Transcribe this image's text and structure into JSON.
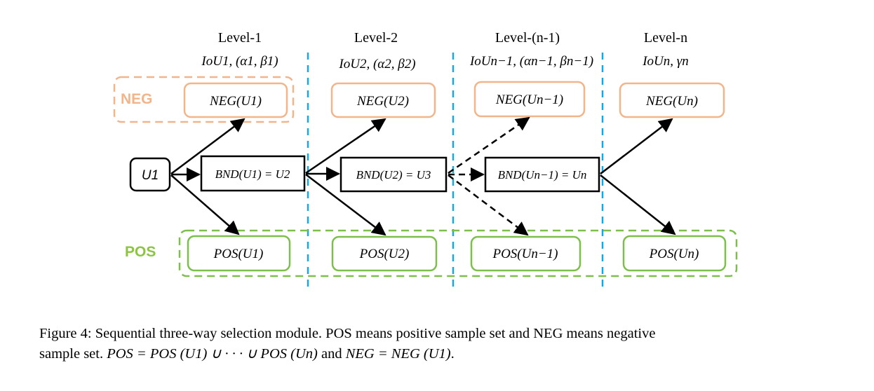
{
  "diagram": {
    "levels": [
      {
        "title": "Level-1",
        "subtitle": "IoU1, (α1, β1)"
      },
      {
        "title": "Level-2",
        "subtitle": "IoU2, (α2, β2)"
      },
      {
        "title": "Level-(n-1)",
        "subtitle": "IoUn−1, (αn−1, βn−1)"
      },
      {
        "title": "Level-n",
        "subtitle": "IoUn, γn"
      }
    ],
    "start_node": "U1",
    "neg_label": "NEG",
    "pos_label": "POS",
    "bnd_nodes": [
      "BND(U1) = U2",
      "BND(U2) = U3",
      "BND(Un−1) = Un"
    ],
    "neg_nodes": [
      "NEG(U1)",
      "NEG(U2)",
      "NEG(Un−1)",
      "NEG(Un)"
    ],
    "pos_nodes": [
      "POS(U1)",
      "POS(U2)",
      "POS(Un−1)",
      "POS(Un)"
    ],
    "colors": {
      "neg": "#f2b48a",
      "pos": "#7dbf4b",
      "divider": "#1aa7e0",
      "pos_text": "#8cc63f"
    }
  },
  "caption": {
    "line1": "Figure 4: Sequential three-way selection module. POS means positive sample set and NEG means negative",
    "line2_prefix": "sample set. ",
    "pos_formula": "POS = POS (U1) ∪ · · · ∪ POS (Un)",
    "and_text": " and ",
    "neg_formula": "NEG = NEG (U1)",
    "end": "."
  }
}
